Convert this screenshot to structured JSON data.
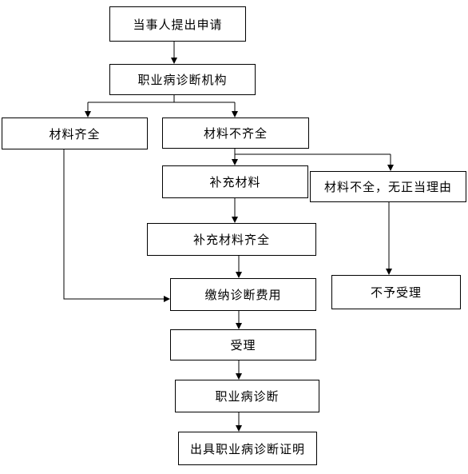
{
  "flowchart": {
    "nodes": {
      "apply": "当事人提出申请",
      "institution": "职业病诊断机构",
      "complete": "材料齐全",
      "incomplete": "材料不齐全",
      "supplement": "补充材料",
      "no_reason": "材料不全，无正当理由",
      "supplement_complete": "补充材料齐全",
      "pay_fee": "缴纳诊断费用",
      "reject": "不予受理",
      "accept": "受理",
      "diagnosis": "职业病诊断",
      "certificate": "出具职业病诊断证明"
    }
  }
}
